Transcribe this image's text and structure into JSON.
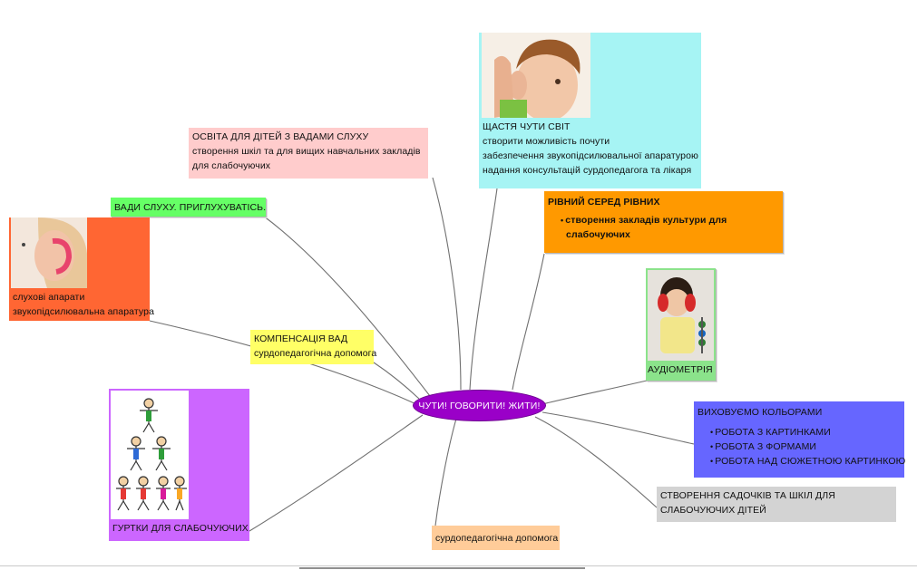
{
  "center": {
    "label": "ЧУТИ! ГОВОРИТИ! ЖИТИ!"
  },
  "nodes": {
    "happiness": {
      "title": "ЩАСТЯ ЧУТИ СВІТ",
      "lines": [
        "створити можливість почути",
        "забезпечення звукопідсилювальної апаратурою",
        "надання консультацій сурдопедагога та лікаря"
      ]
    },
    "education": {
      "title": "ОСВІТА ДЛЯ ДІТЕЙ З ВАДАМИ СЛУХУ",
      "lines": [
        "створення шкіл та для вищих навчальних закладів",
        "для слабочуючих"
      ]
    },
    "defects": {
      "title": "ВАДИ СЛУХУ. ПРИГЛУХУВАТІСЬ."
    },
    "equal": {
      "title": "РІВНИЙ СЕРЕД РІВНИХ",
      "lines": [
        "створення закладів культури для",
        "слабочуючих"
      ]
    },
    "hearing_aids": {
      "lines": [
        "слухові апарати",
        "звукопідсилювальна апаратура"
      ]
    },
    "compensation": {
      "title": "КОМПЕНСАЦІЯ ВАД",
      "subtitle": "сурдопедагогічна допомога"
    },
    "audiometry": {
      "label": "АУДІОМЕТРІЯ"
    },
    "colors": {
      "title": "ВИХОВУЄМО КОЛЬОРАМИ",
      "items": [
        "РОБОТА З КАРТИНКАМИ",
        "РОБОТА З ФОРМАМИ",
        "РОБОТА НАД СЮЖЕТНОЮ КАРТИНКОЮ"
      ]
    },
    "kindergartens": {
      "lines": [
        "СТВОРЕННЯ САДОЧКІВ ТА ШКІЛ ДЛЯ",
        "СЛАБОЧУЮЧИХ ДІТЕЙ"
      ]
    },
    "clubs": {
      "label": "ГУРТКИ ДЛЯ СЛАБОЧУЮЧИХ"
    },
    "surdo": {
      "label": "сурдопедагогічна допомога"
    }
  },
  "colors": {
    "center": "#9a00c8",
    "happiness": "#a6f4f4",
    "education": "#ffcccc",
    "defects": "#66ff66",
    "equal": "#ff9900",
    "hearing_aids": "#ff6633",
    "compensation": "#ffff66",
    "audiometry": "#8be38b",
    "colors": "#6666ff",
    "kindergartens": "#d3d3d3",
    "clubs": "#cc66ff",
    "surdo": "#ffcc99",
    "wire": "#707070"
  }
}
